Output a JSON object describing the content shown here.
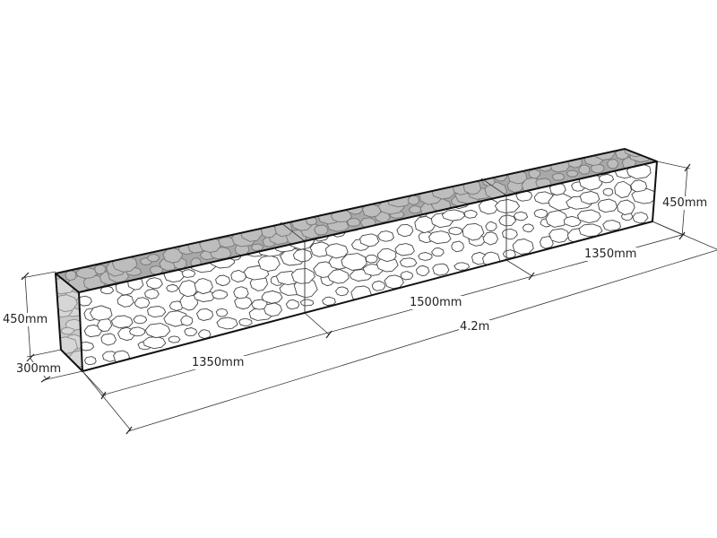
{
  "title": "Gabion wall dimensions",
  "colors": {
    "top_face": "#a9a9a9",
    "end_face": "#c9c9c9",
    "front_face": "#ffffff",
    "edge": "#111111",
    "dimension": "#333333"
  },
  "dimensions": {
    "height_left": "450mm",
    "depth": "300mm",
    "segment_left": "1350mm",
    "segment_middle": "1500mm",
    "segment_right": "1350mm",
    "total_length": "4.2m",
    "height_right": "450mm"
  }
}
